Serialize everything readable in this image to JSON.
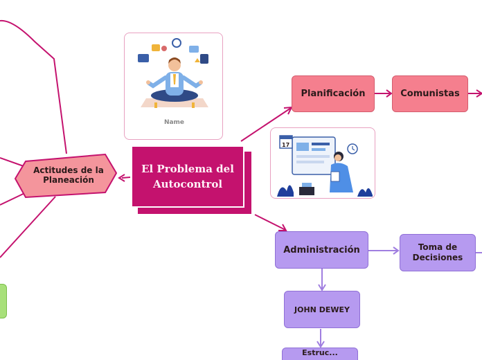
{
  "central": {
    "label": "El Problema del Autocontrol"
  },
  "nodes": {
    "actitudes": "Actitudes de la Planeación",
    "planificacion": "Planificación",
    "comunistas": "Comunistas",
    "administracion": "Administración",
    "toma": "Toma de Decisiones",
    "dewey": "JOHN DEWEY",
    "bottom_partial": "Estruc..."
  },
  "image_card": {
    "caption": "Name"
  },
  "colors": {
    "central": "#c4126e",
    "pink_node": "#f57f8e",
    "purple_node": "#b69af0",
    "pink_line": "#c4126e",
    "purple_line": "#a07ee0",
    "green_node": "#a8e07a"
  },
  "icons": [
    "meditation-illustration",
    "office-worker-illustration"
  ]
}
